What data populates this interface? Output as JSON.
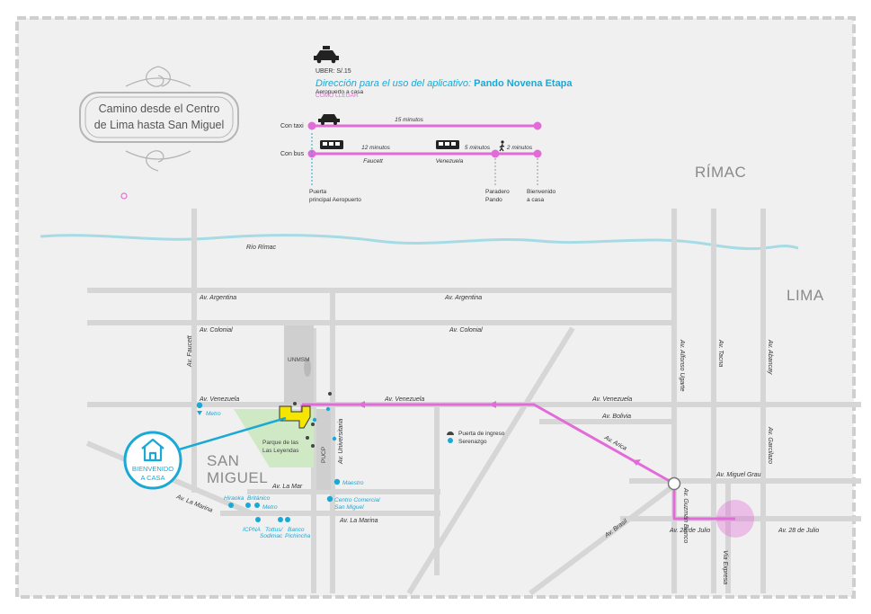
{
  "title_box": {
    "line1": "Camino desde el Centro",
    "line2": "de Lima hasta San Miguel"
  },
  "header": {
    "uber": "UBER: S/.15",
    "direction_label": "Dirección para el uso del aplicativo:",
    "direction_place": "Pando Novena Etapa",
    "subtitle": "Aeropuerto a casa",
    "how_to": "CÓMO LLEGAR"
  },
  "routes": {
    "taxi_label": "Con taxi",
    "bus_label": "Con bus",
    "taxi_time": "15 minutos",
    "bus_time1": "12 minutos",
    "bus_time2": "5 minutos",
    "walk_time": "2 minutos",
    "bus_route1": "Faucett",
    "bus_route2": "Venezuela",
    "stop1_line1": "Puerta",
    "stop1_line2": "principal Aeropuerto",
    "stop2_line1": "Paradero",
    "stop2_line2": "Pando",
    "stop3_line1": "Bienvenido",
    "stop3_line2": "a casa"
  },
  "districts": {
    "rimac": "RÍMAC",
    "lima": "LIMA",
    "san_miguel_1": "SAN",
    "san_miguel_2": "MIGUEL"
  },
  "river": "Río Rímac",
  "streets": {
    "argentina": "Av. Argentina",
    "colonial": "Av. Colonial",
    "venezuela": "Av. Venezuela",
    "bolivia": "Av. Bolivia",
    "arica": "Av. Arica",
    "miguel_grau": "Av. Miguel Grau",
    "la_mar": "Av. La Mar",
    "la_marina": "Av. La Marina",
    "faucett": "Av. Faucett",
    "alfonso_ugarte": "Av. Alfonso Ugarte",
    "tacna": "Av. Tacna",
    "abancay": "Av. Abancay",
    "garcilazo": "Av. Garcilazo",
    "guzman_blanco": "Av. Guzmán Blanco",
    "brasil": "Av. Brasil",
    "28_julio": "Av. 28 de Julio",
    "via_expresa": "Vía Expresa",
    "universitaria": "Av. Universitaria"
  },
  "places": {
    "unmsm": "UNMSM",
    "parque_1": "Parque de las",
    "parque_2": "Las Leyendas",
    "pucp": "PUCP",
    "metro": "Metro",
    "maestro": "Maestro",
    "cc_1": "Centro Comercial",
    "cc_2": "San Miguel",
    "hiraoka": "Hiraoka",
    "britanico": "Británico",
    "metro2": "Metro",
    "icpna": "ICPNA",
    "tottus_1": "Tottus/",
    "tottus_2": "Sodimac",
    "banco_1": "Banco",
    "banco_2": "Pichincha"
  },
  "legend": {
    "gate": "Puerta de ingreso",
    "serenazgo": "Serenazgo"
  },
  "home_badge": {
    "line1": "BIENVENIDO",
    "line2": "A CASA"
  },
  "colors": {
    "route": "#e36bd9",
    "poi": "#1aa9d6",
    "street": "#d6d6d6",
    "river": "#a6dbe6",
    "home": "#f5e600",
    "park": "#cfe9c4"
  }
}
